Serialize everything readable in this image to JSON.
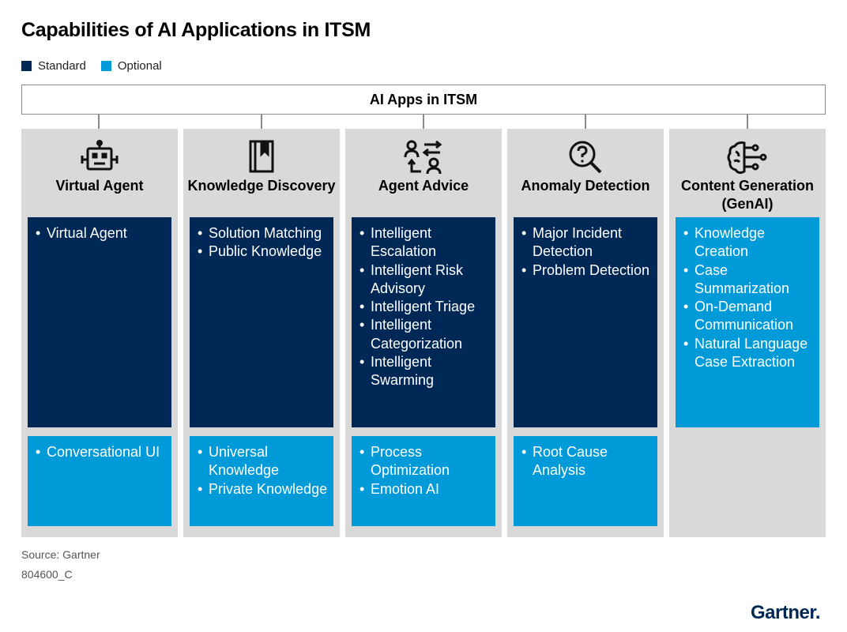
{
  "title": "Capabilities of AI Applications in ITSM",
  "legend": [
    {
      "label": "Standard",
      "color": "#002856"
    },
    {
      "label": "Optional",
      "color": "#009ad9"
    }
  ],
  "banner": "AI Apps in ITSM",
  "columns": [
    {
      "title": "Virtual Agent",
      "icon": "robot-icon",
      "standard": [
        "Virtual Agent"
      ],
      "optional": [
        "Conversational UI"
      ]
    },
    {
      "title": "Knowledge Discovery",
      "icon": "book-icon",
      "standard": [
        "Solution Matching",
        "Public Knowledge"
      ],
      "optional": [
        "Universal Knowledge",
        "Private Knowledge"
      ]
    },
    {
      "title": "Agent Advice",
      "icon": "agent-exchange-icon",
      "standard": [
        "Intelligent Escalation",
        "Intelligent Risk Advisory",
        "Intelligent Triage",
        "Intelligent Categorization",
        "Intelligent Swarming"
      ],
      "optional": [
        "Process Optimization",
        "Emotion AI"
      ]
    },
    {
      "title": "Anomaly Detection",
      "icon": "magnifier-question-icon",
      "standard": [
        "Major Incident Detection",
        "Problem Detection"
      ],
      "optional": [
        "Root Cause Analysis"
      ]
    },
    {
      "title": "Content Generation (GenAI)",
      "icon": "brain-circuit-icon",
      "standard": [],
      "optional": [
        "Knowledge Creation",
        "Case Summarization",
        "On-Demand Communication",
        "Natural Language Case Extraction"
      ]
    }
  ],
  "source": "Source: Gartner",
  "code": "804600_C",
  "logo": "Gartner."
}
